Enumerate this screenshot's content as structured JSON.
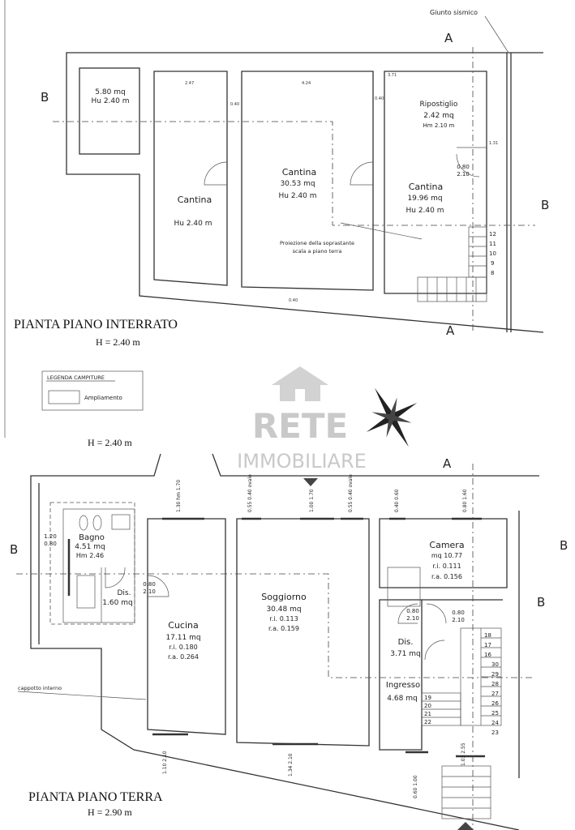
{
  "colors": {
    "lines": "#333333",
    "watermark": "#c9c9c9",
    "background": "#ffffff"
  },
  "top_plan": {
    "title": "PIANTA PIANO INTERRATO",
    "height": "H = 2.40 m",
    "seismic_joint": "Giunto sismico",
    "section_a": "A",
    "section_b": "B",
    "rooms": [
      {
        "name": "",
        "area": "5.80 mq",
        "height": "Hu 2.40 m"
      },
      {
        "name": "Cantina",
        "area": "",
        "height": "Hu 2.40 m"
      },
      {
        "name": "Cantina",
        "area": "30.53 mq",
        "height": "Hu 2.40 m"
      },
      {
        "name": "Cantina",
        "area": "19.96 mq",
        "height": "Hu 2.40 m"
      },
      {
        "name": "Ripostiglio",
        "area": "2.42 mq",
        "height": "Hm 2.10 m"
      }
    ],
    "door": "0.80",
    "door_h": "2.10",
    "stair_note_1": "Proiezione della soprastante",
    "stair_note_2": "scala a piano terra",
    "steps": [
      "12",
      "11",
      "10",
      "9",
      "8"
    ],
    "dims": [
      "2.47",
      "4.24",
      "3.71",
      "0.40",
      "0.40",
      "0.40",
      "1.31"
    ]
  },
  "legend": {
    "title": "LEGENDA CAMPITURE",
    "item": "Ampliamento"
  },
  "mid_height": "H = 2.40 m",
  "watermark": {
    "line1": "RETE",
    "line2": "IMMOBILIARE"
  },
  "bottom_plan": {
    "title": "PIANTA PIANO TERRA",
    "height": "H = 2.90 m",
    "section_a": "A",
    "section_b": "B",
    "bagno": {
      "name": "Bagno",
      "area": "4.51 mq",
      "height": "Hm 2.46"
    },
    "dis1": {
      "name": "Dis.",
      "area": "1.60 mq"
    },
    "cucina": {
      "name": "Cucina",
      "area": "17.11 mq",
      "ri": "r.i. 0.180",
      "ra": "r.a. 0.264"
    },
    "soggiorno": {
      "name": "Soggiorno",
      "area": "30.48 mq",
      "ri": "r.i. 0.113",
      "ra": "r.a. 0.159"
    },
    "camera": {
      "name": "Camera",
      "area": "mq  10.77",
      "ri": "r.i.   0.111",
      "ra": "r.a.   0.156"
    },
    "dis2": {
      "name": "Dis.",
      "area": "3.71 mq"
    },
    "ingresso": {
      "name": "Ingresso",
      "area": "4.68 mq"
    },
    "cappotto": "cappotto interno",
    "door": "0.80",
    "door_h": "2.10",
    "win_bagno": "1.20",
    "win_bagno_h": "0.80",
    "windows": [
      "1.30 hm 1.70",
      "0.55 0.40 ovale",
      "1.00 1.70",
      "0.55 0.40 ovale",
      "0.40 0.60",
      "0.80 1.60"
    ],
    "bottom_windows": [
      "1.10 2.10",
      "1.34 2.10",
      "0.60 1.00",
      "1.03 2.55"
    ],
    "steps_a": [
      "18",
      "17",
      "16"
    ],
    "steps_b": [
      "30",
      "29",
      "28",
      "27",
      "26",
      "25",
      "24",
      "23"
    ],
    "steps_c": [
      "19",
      "20",
      "21",
      "22"
    ]
  }
}
